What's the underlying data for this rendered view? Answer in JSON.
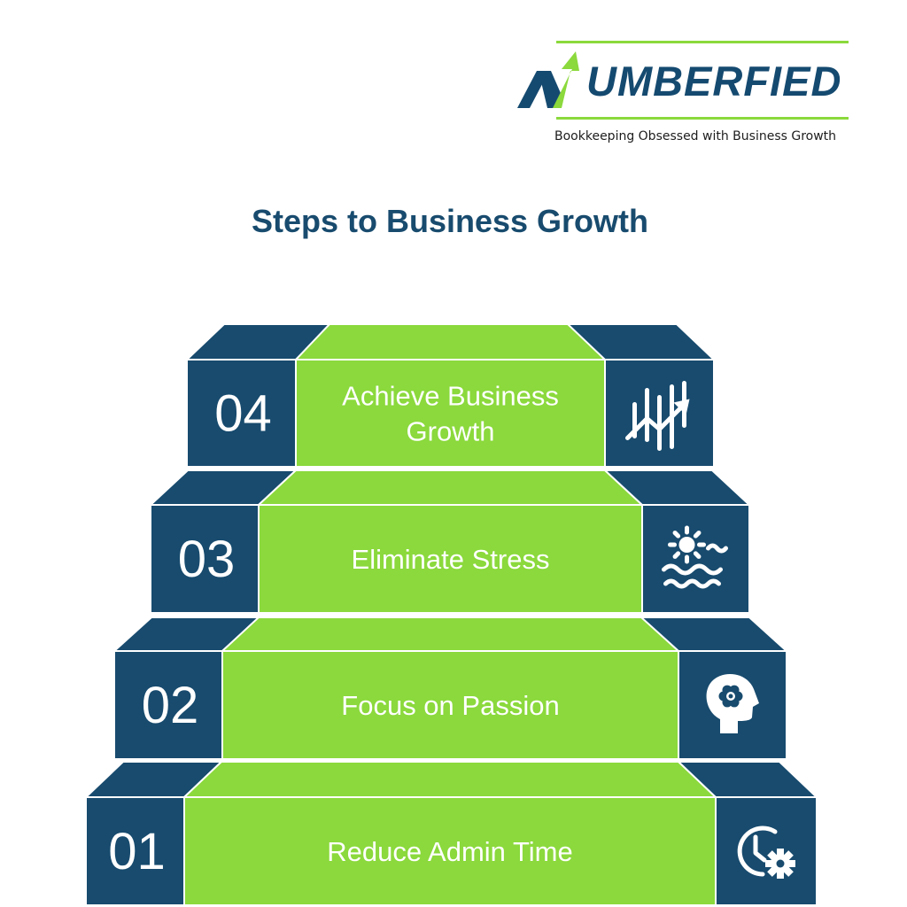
{
  "brand": {
    "wordmark": "UMBERFIED",
    "tagline": "Bookkeeping Obsessed with Business Growth",
    "colors": {
      "navy": "#184b6e",
      "green": "#8bd93c"
    }
  },
  "title": "Steps to Business Growth",
  "steps": [
    {
      "number": "01",
      "label_lines": [
        "Reduce Admin Time"
      ],
      "icon": "clock-gear-icon"
    },
    {
      "number": "02",
      "label_lines": [
        "Focus on Passion"
      ],
      "icon": "head-flower-icon"
    },
    {
      "number": "03",
      "label_lines": [
        "Eliminate Stress"
      ],
      "icon": "sun-waves-icon"
    },
    {
      "number": "04",
      "label_lines": [
        "Achieve Business",
        "Growth"
      ],
      "icon": "growth-chart-icon"
    }
  ]
}
